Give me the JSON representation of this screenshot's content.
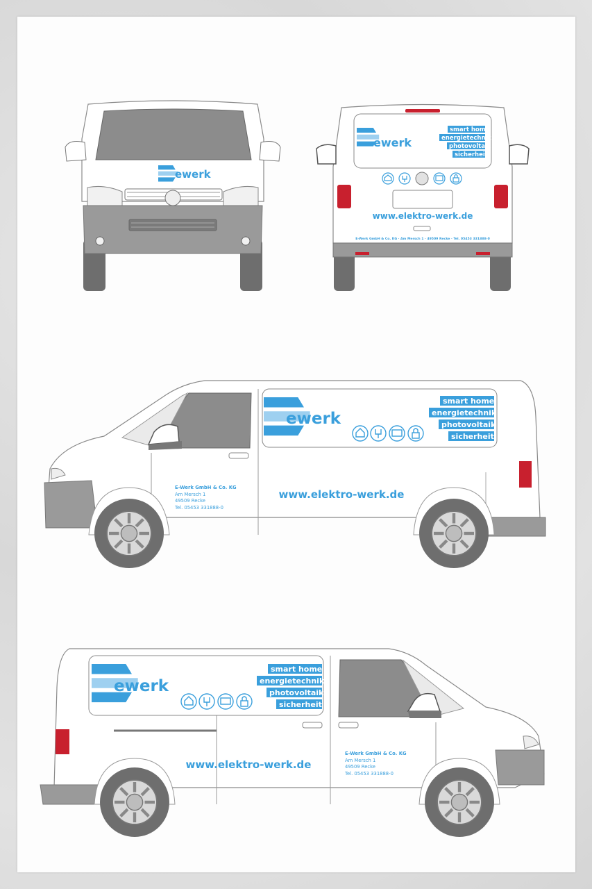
{
  "brand": {
    "logo_text": "ewerk",
    "accent": "#3a9fdc",
    "light_accent": "#9ed0f0"
  },
  "services": [
    "smart home",
    "energietechnik",
    "photovoltaik",
    "sicherheit"
  ],
  "website": "www.elektro-werk.de",
  "company": {
    "name": "E-Werk GmbH & Co. KG",
    "street": "Am Mersch 1",
    "city": "49509 Recke",
    "phone": "Tel. 05453 331888-0"
  },
  "rear_address_line": "E-Werk GmbH & Co. KG · Am Mersch 1 · 49509 Recke · Tel. 05453 331888-0",
  "icons": [
    "house-icon",
    "plug-icon",
    "solar-panel-icon",
    "lock-icon"
  ],
  "colors": {
    "body": "#ffffff",
    "outline": "#8a8a8a",
    "glass": "#8c8c8c",
    "bumper": "#9a9a9a",
    "tire": "#6e6e6e",
    "taillight": "#c8202e"
  }
}
